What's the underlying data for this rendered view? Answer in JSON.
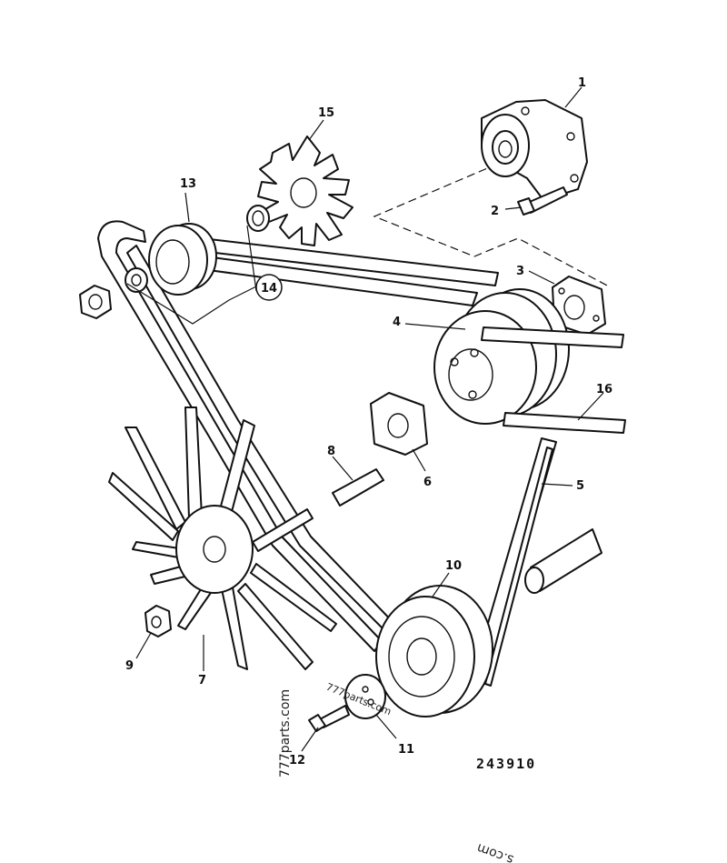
{
  "diagram": {
    "drawing_number": "243910",
    "watermarks": [
      "777parts.com",
      "777parts.com",
      "s.com"
    ],
    "callouts": [
      {
        "id": "1",
        "label": "1"
      },
      {
        "id": "2",
        "label": "2"
      },
      {
        "id": "3",
        "label": "3"
      },
      {
        "id": "4",
        "label": "4"
      },
      {
        "id": "5",
        "label": "5"
      },
      {
        "id": "6",
        "label": "6"
      },
      {
        "id": "7",
        "label": "7"
      },
      {
        "id": "8",
        "label": "8"
      },
      {
        "id": "9",
        "label": "9"
      },
      {
        "id": "10",
        "label": "10"
      },
      {
        "id": "11",
        "label": "11"
      },
      {
        "id": "12",
        "label": "12"
      },
      {
        "id": "13",
        "label": "13"
      },
      {
        "id": "14",
        "label": "14"
      },
      {
        "id": "15",
        "label": "15"
      },
      {
        "id": "16",
        "label": "16"
      }
    ]
  }
}
